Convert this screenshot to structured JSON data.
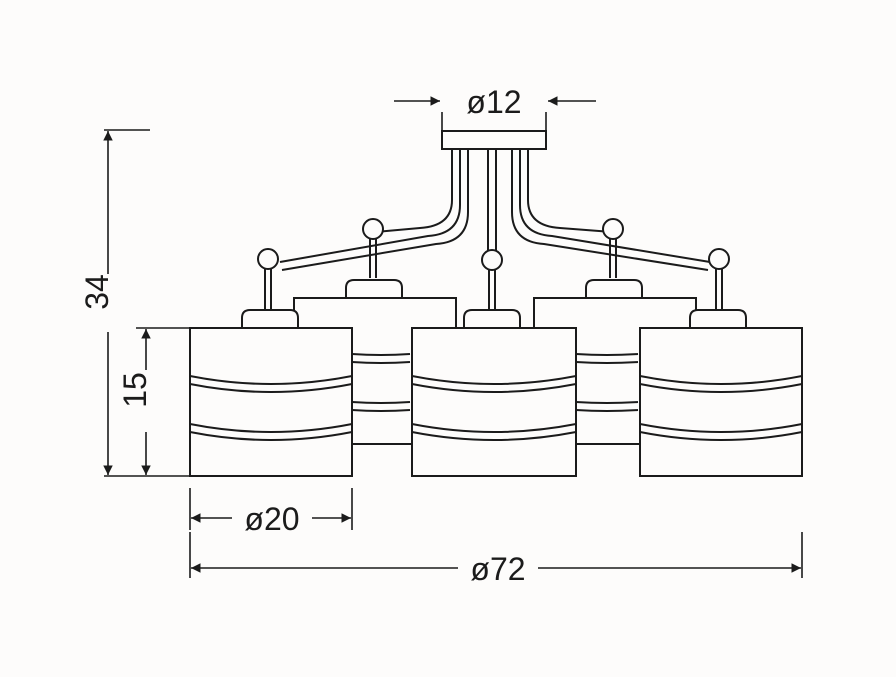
{
  "diagram": {
    "type": "technical-dimension-drawing",
    "line_color": "#1b1b1b",
    "dimensions": {
      "canopy_diameter": "ø12",
      "total_height": "34",
      "shade_height": "15",
      "shade_diameter": "ø20",
      "total_diameter": "ø72"
    }
  }
}
